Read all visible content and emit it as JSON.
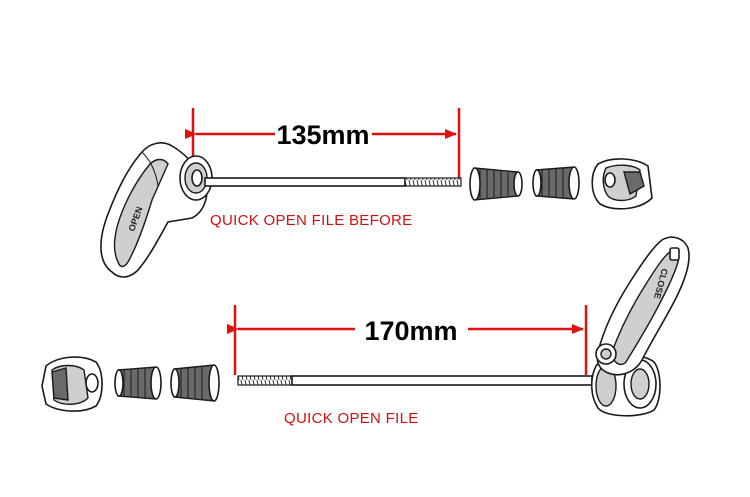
{
  "top_assembly": {
    "dimension_label": "135mm",
    "caption": "QUICK OPEN FILE BEFORE",
    "lever_text": "OPEN",
    "dimension_color": "#e01010"
  },
  "bottom_assembly": {
    "dimension_label": "170mm",
    "caption": "QUICK OPEN FILE",
    "lever_text": "CLOSE",
    "dimension_color": "#e01010"
  },
  "colors": {
    "caption": "#d01010",
    "outline": "#1a1a1a",
    "dimension_text": "#000000"
  }
}
